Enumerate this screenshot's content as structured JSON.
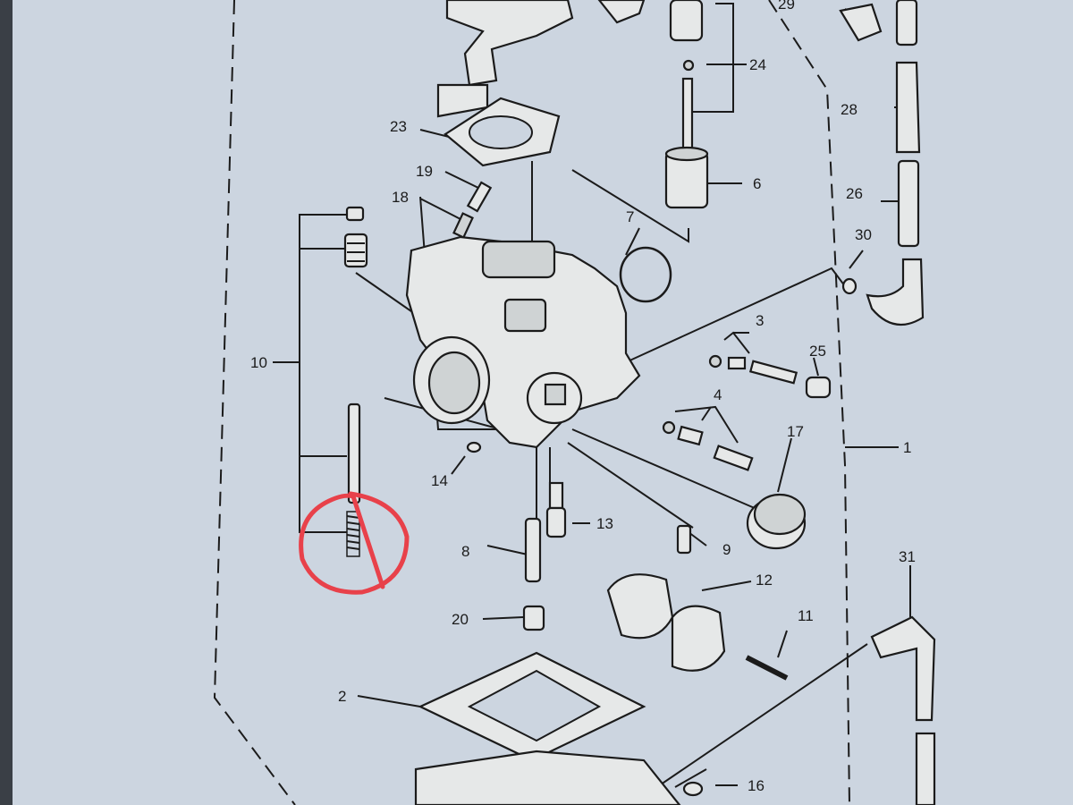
{
  "diagram": {
    "callouts": [
      {
        "id": "n1",
        "text": "1"
      },
      {
        "id": "n2",
        "text": "2"
      },
      {
        "id": "n3",
        "text": "3"
      },
      {
        "id": "n4",
        "text": "4"
      },
      {
        "id": "n6",
        "text": "6"
      },
      {
        "id": "n7",
        "text": "7"
      },
      {
        "id": "n8",
        "text": "8"
      },
      {
        "id": "n9",
        "text": "9"
      },
      {
        "id": "n10",
        "text": "10"
      },
      {
        "id": "n11",
        "text": "11"
      },
      {
        "id": "n12",
        "text": "12"
      },
      {
        "id": "n13",
        "text": "13"
      },
      {
        "id": "n14",
        "text": "14"
      },
      {
        "id": "n16",
        "text": "16"
      },
      {
        "id": "n17",
        "text": "17"
      },
      {
        "id": "n18",
        "text": "18"
      },
      {
        "id": "n19",
        "text": "19"
      },
      {
        "id": "n20",
        "text": "20"
      },
      {
        "id": "n23",
        "text": "23"
      },
      {
        "id": "n24",
        "text": "24"
      },
      {
        "id": "n25",
        "text": "25"
      },
      {
        "id": "n26",
        "text": "26"
      },
      {
        "id": "n28",
        "text": "28"
      },
      {
        "id": "n29",
        "text": "29"
      },
      {
        "id": "n30",
        "text": "30"
      },
      {
        "id": "n31",
        "text": "31"
      }
    ],
    "highlight_color": "#e8414a",
    "highlighted_part": "spring"
  }
}
